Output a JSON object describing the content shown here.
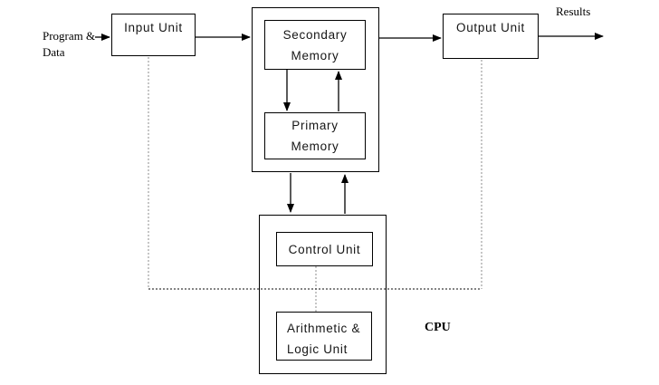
{
  "diagram": {
    "type": "block-diagram",
    "subject": "Basic computer organization"
  },
  "labels": {
    "program_data_line1": "Program &",
    "program_data_line2": "Data",
    "results": "Results",
    "cpu": "CPU"
  },
  "boxes": {
    "input_unit": {
      "label": "Input Unit"
    },
    "secondary_memory": {
      "line1": "Secondary",
      "line2": "Memory"
    },
    "primary_memory": {
      "line1": "Primary",
      "line2": "Memory"
    },
    "output_unit": {
      "label": "Output Unit"
    },
    "control_unit": {
      "label": "Control Unit"
    },
    "alu": {
      "line1": "Arithmetic &",
      "line2": "Logic Unit"
    }
  },
  "connections": {
    "program_to_input": "Program & Data to Input Unit",
    "input_to_memory": "Input Unit to Memory",
    "memory_to_output": "Memory to Output Unit",
    "output_to_results": "Output Unit to Results",
    "secondary_to_primary": "Secondary Memory to Primary Memory",
    "primary_to_secondary": "Primary Memory to Secondary Memory",
    "memory_to_cpu": "Memory to CPU",
    "cpu_to_memory": "CPU to Memory"
  },
  "colors": {
    "line": "#000000",
    "dotted_gray": "#a8a8a8",
    "dotted_dark": "#3c3c3c",
    "background": "#ffffff",
    "text": "#161616"
  }
}
